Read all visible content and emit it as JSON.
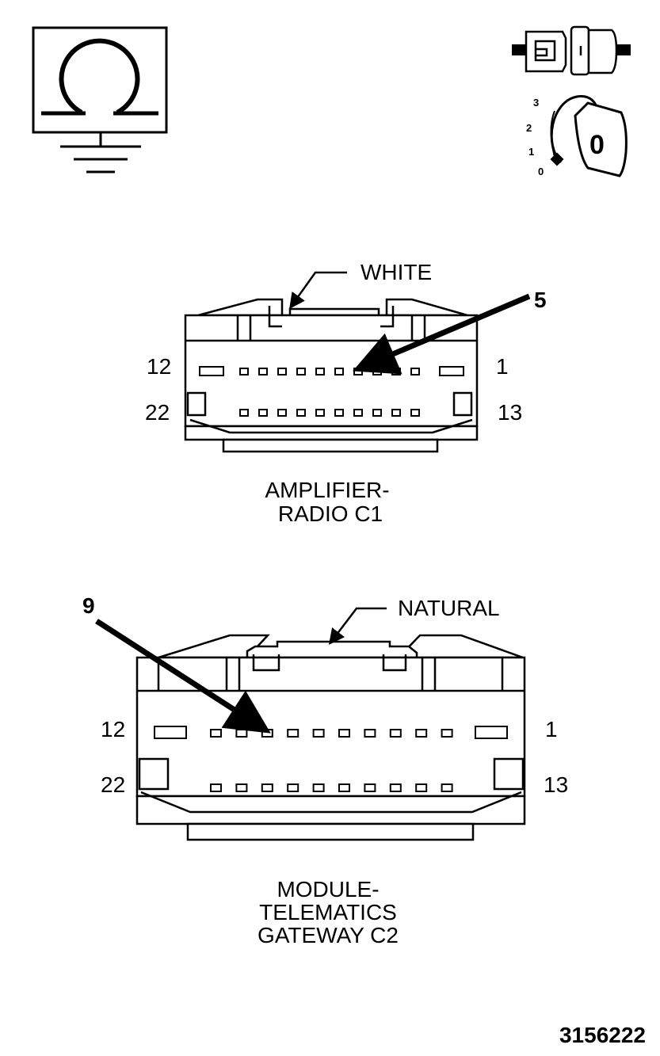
{
  "ohmmeter_icon": {
    "icon": "ohmmeter-ground-icon"
  },
  "disconnect_icon": {
    "icon": "connector-disconnected-icon"
  },
  "ignition_icon": {
    "icon": "ignition-key-off-icon",
    "positions": [
      "3",
      "2",
      "1",
      "0"
    ],
    "key_label": "0"
  },
  "connector_c1": {
    "housing_color": "WHITE",
    "pin_callout": "5",
    "top_left_pin": "12",
    "top_right_pin": "1",
    "bottom_left_pin": "22",
    "bottom_right_pin": "13",
    "name_line1": "AMPLIFIER-",
    "name_line2": "RADIO C1"
  },
  "connector_c2": {
    "housing_color": "NATURAL",
    "pin_callout": "9",
    "top_left_pin": "12",
    "top_right_pin": "1",
    "bottom_left_pin": "22",
    "bottom_right_pin": "13",
    "name_line1": "MODULE-",
    "name_line2": "TELEMATICS",
    "name_line3": "GATEWAY C2"
  },
  "figure_number": "3156222"
}
